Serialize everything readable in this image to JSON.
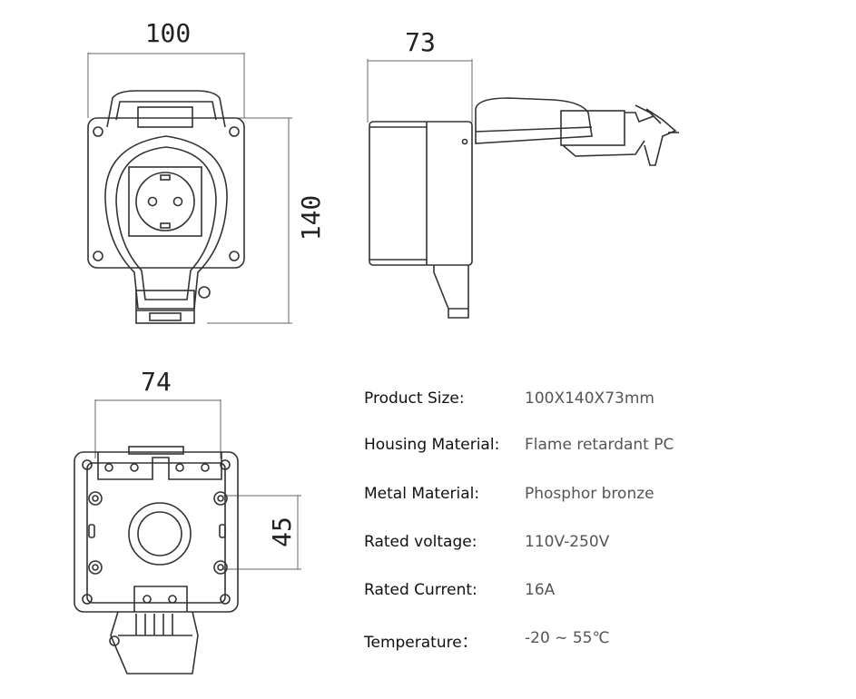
{
  "dimensions": {
    "front_width": "100",
    "front_height": "140",
    "side_depth": "73",
    "back_width": "74",
    "back_hole_spacing": "45"
  },
  "specs": [
    {
      "label": "Product Size:",
      "value": "100X140X73mm"
    },
    {
      "label": "Housing Material:",
      "value": "Flame retardant PC"
    },
    {
      "label": "Metal Material:",
      "value": "Phosphor bronze"
    },
    {
      "label": "Rated voltage:",
      "value": "110V-250V"
    },
    {
      "label": "Rated Current:",
      "value": "16A"
    },
    {
      "label": "Temperature：",
      "value": "-20 ~ 55℃"
    }
  ],
  "colors": {
    "line": "#333333",
    "dim_line": "#555555",
    "label": "#111111",
    "value": "#555555"
  }
}
